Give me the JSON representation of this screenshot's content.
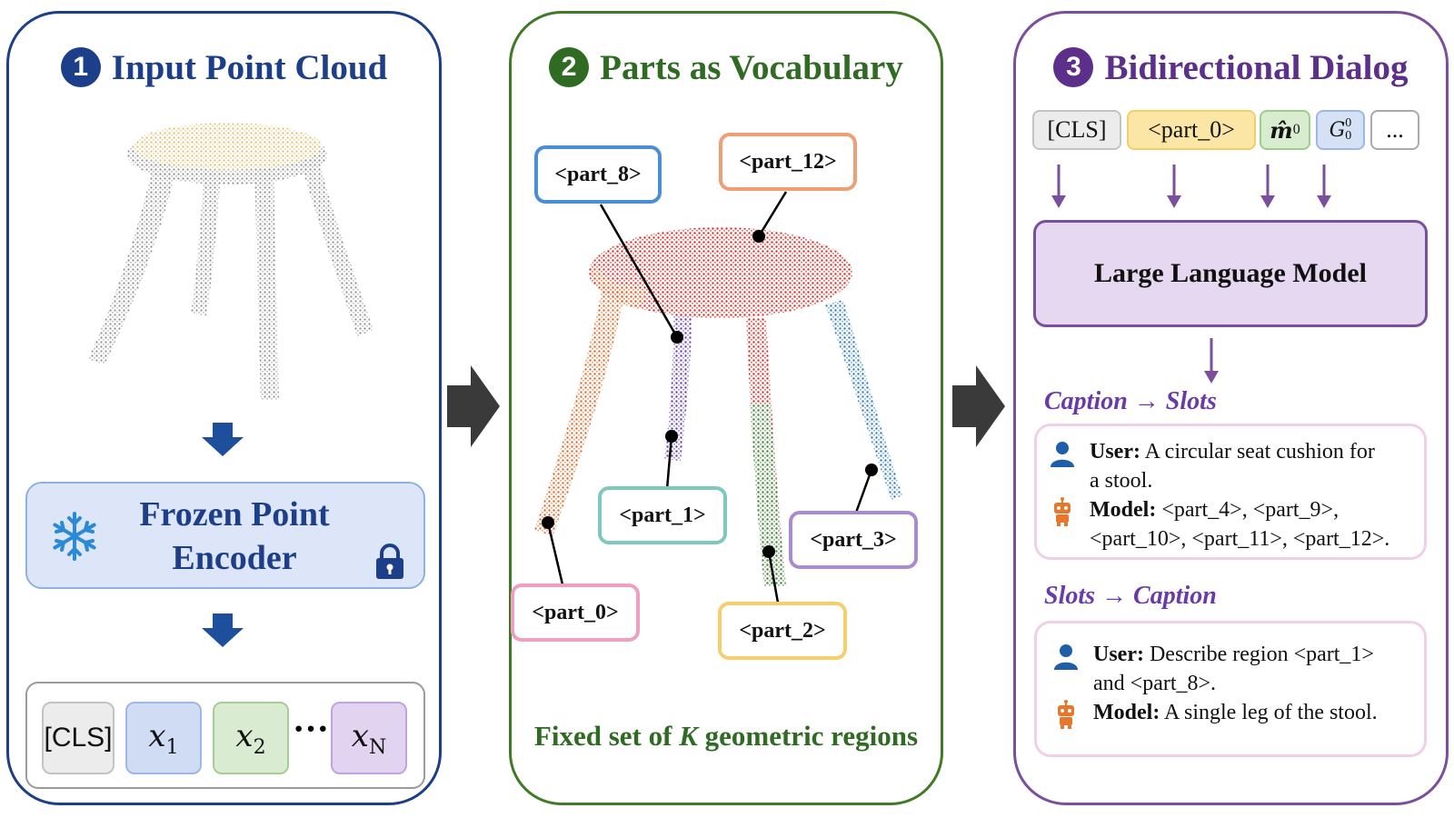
{
  "panels": {
    "p1": {
      "num": "1",
      "title": "Input Point Cloud",
      "encoder_label": "Frozen Point Encoder",
      "tokens": {
        "cls": "[CLS]",
        "x1": "x",
        "x1_sub": "1",
        "x2": "x",
        "x2_sub": "2",
        "dots": "···",
        "xn": "x",
        "xn_sub": "N"
      }
    },
    "p2": {
      "num": "2",
      "title": "Parts as Vocabulary",
      "parts": {
        "part_8": "<part_8>",
        "part_12": "<part_12>",
        "part_1": "<part_1>",
        "part_3": "<part_3>",
        "part_0": "<part_0>",
        "part_2": "<part_2>"
      },
      "caption_pre": "Fixed set of ",
      "caption_k": "K",
      "caption_post": " geometric regions"
    },
    "p3": {
      "num": "3",
      "title": "Bidirectional Dialog",
      "tokens": {
        "cls": "[CLS]",
        "part0": "<part_0>",
        "m": "m̂",
        "m_sub": "0",
        "g": "G",
        "g_sub": "0",
        "g_sup": "0",
        "more": "..."
      },
      "llm": "Large Language Model",
      "section1": "Caption → Slots",
      "dialog1": {
        "user_label": "User:",
        "user_text_1": "A circular seat cushion for",
        "user_text_2": "a stool.",
        "model_label": "Model:",
        "model_text_1": "<part_4>, <part_9>,",
        "model_text_2": "<part_10>, <part_11>, <part_12>."
      },
      "section2": "Slots → Caption",
      "dialog2": {
        "user_label": "User:",
        "user_text_1": "Describe region <part_1>",
        "user_text_2": "and <part_8>.",
        "model_label": "Model:",
        "model_text_1": "A single leg of the stool."
      }
    }
  },
  "colors": {
    "blue": "#1d3f8a",
    "green": "#2f6b22",
    "purple": "#5c2f8a",
    "arrow_dark": "#3a3a3a",
    "part_8": "#4a8fd6",
    "part_12": "#ef9e76",
    "part_1": "#7ec9be",
    "part_3": "#a98bcf",
    "part_0": "#ef9fc0",
    "part_2": "#f5cf6d"
  }
}
